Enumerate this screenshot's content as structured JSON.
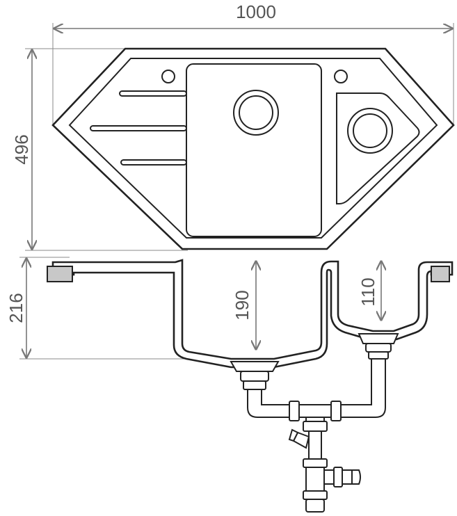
{
  "dimensions": {
    "width": "1000",
    "depth_plan": "496",
    "height_total": "216",
    "main_bowl_depth": "190",
    "small_bowl_depth": "110"
  },
  "colors": {
    "line": "#222222",
    "dimension": "#555555",
    "fill": "#ffffff",
    "accent_grey": "#c8c8c8"
  }
}
